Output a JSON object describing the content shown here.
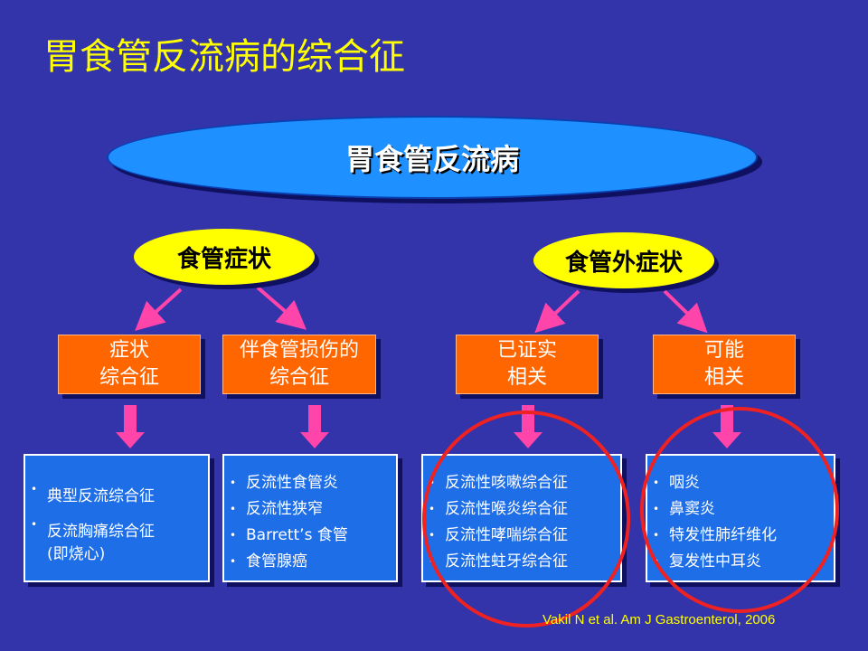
{
  "title": "胃食管反流病的综合征",
  "main_node": "胃食管反流病",
  "left_category": "食管症状",
  "right_category": "食管外症状",
  "boxes": [
    {
      "line1": "症状",
      "line2": "综合征"
    },
    {
      "line1": "伴食管损伤的",
      "line2": "综合征"
    },
    {
      "line1": "已证实",
      "line2": "相关"
    },
    {
      "line1": "可能",
      "line2": "相关"
    }
  ],
  "lists": [
    {
      "items": [
        "典型反流综合征",
        "反流胸痛综合征",
        "(即烧心)"
      ]
    },
    {
      "items": [
        "反流性食管炎",
        "反流性狭窄",
        "Barrett’s 食管",
        "食管腺癌"
      ]
    },
    {
      "items": [
        "反流性咳嗽综合征",
        "反流性喉炎综合征",
        "反流性哮喘综合征",
        "反流性蛀牙综合征"
      ]
    },
    {
      "items": [
        "咽炎",
        "鼻窦炎",
        "特发性肺纤维化",
        "复发性中耳炎"
      ]
    }
  ],
  "citation": "Vakil N et al. Am J Gastroenterol, 2006",
  "colors": {
    "background": "#3333aa",
    "title": "#ffff00",
    "arrow": "#ff44aa",
    "highlight_circle": "#ee2222"
  }
}
